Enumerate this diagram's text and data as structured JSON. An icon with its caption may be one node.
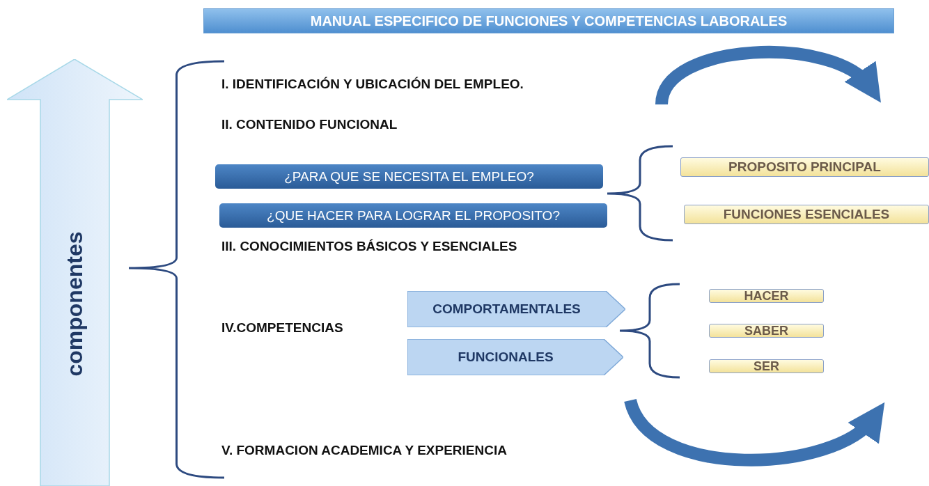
{
  "diagram": {
    "title": "MANUAL ESPECIFICO DE FUNCIONES Y COMPETENCIAS LABORALES",
    "nodes": [
      {
        "text": [
          "componentes"
        ]
      },
      {
        "text": [
          "¿PARA QUE SE NECESITA EL EMPLEO?"
        ]
      },
      {
        "text": [
          "¿QUE HACER PARA LOGRAR EL PROPOSITO?"
        ]
      },
      {
        "text": [
          "PROPOSITO PRINCIPAL"
        ]
      },
      {
        "text": [
          "FUNCIONES ESENCIALES"
        ]
      },
      {
        "text": [
          "COMPORTAMENTALES"
        ]
      },
      {
        "text": [
          "FUNCIONALES"
        ]
      },
      {
        "text": [
          "HACER"
        ]
      },
      {
        "text": [
          "SABER"
        ]
      },
      {
        "text": [
          "SER"
        ]
      }
    ],
    "labels": [
      "I. IDENTIFICACIÓN Y UBICACIÓN DEL EMPLEO.",
      "II. CONTENIDO FUNCIONAL",
      "III. CONOCIMIENTOS BÁSICOS Y ESENCIALES",
      "IV.COMPETENCIAS",
      "V. FORMACION ACADEMICA Y EXPERIENCIA"
    ]
  }
}
